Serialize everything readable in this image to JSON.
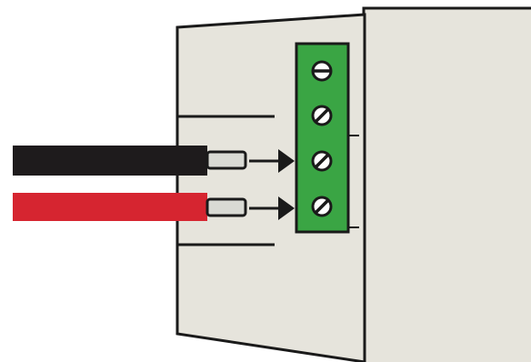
{
  "diagram": {
    "description_text": [],
    "colors": {
      "housing_fill": "#e6e4dc",
      "outline": "#1a1a1a",
      "terminal_block": "#3aa544",
      "wire_black": "#1e1b1c",
      "wire_red": "#d62530",
      "pin_fill": "#d9dad4"
    },
    "terminal_block": {
      "screw_count": 4,
      "screw_slot_types": [
        "horizontal",
        "diagonal",
        "diagonal",
        "diagonal"
      ]
    },
    "wires": [
      {
        "color_name": "black",
        "connected_screw": 3
      },
      {
        "color_name": "red",
        "connected_screw": 4
      }
    ],
    "icons": [
      "arrow-right-icon",
      "screw-icon"
    ]
  }
}
